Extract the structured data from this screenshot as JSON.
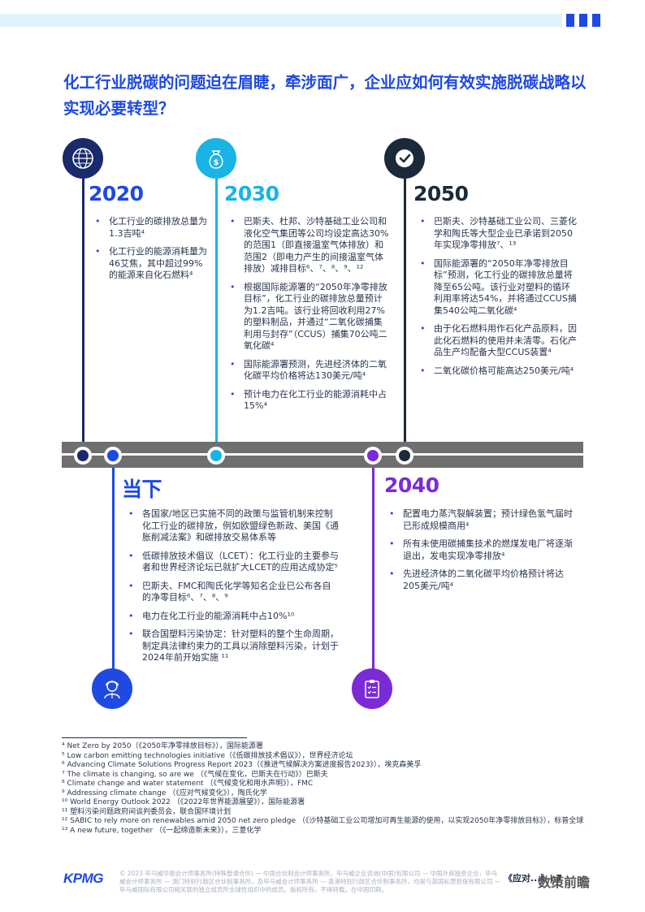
{
  "colors": {
    "navy": "#1a2a6c",
    "cyan": "#19b3e6",
    "purple": "#7a2bd6",
    "accent_blue": "#1e49e2",
    "road": "#6f6f6f"
  },
  "title": "化工行业脱碳的问题迫在眉睫，牵涉面广，企业应如何有效实施脱碳战略以实现必要转型？",
  "timeline": {
    "y2020": {
      "year": "2020",
      "icon": "globe-network-icon",
      "bullets": [
        "化工行业的碳排放总量为1.3吉吨⁴",
        "化工行业的能源消耗量为46艾焦，其中超过99%的能源来自化石燃料⁴"
      ]
    },
    "y2030": {
      "year": "2030",
      "icon": "money-bag-icon",
      "bullets": [
        "巴斯夫、杜邦、沙特基础工业公司和液化空气集团等公司均设定高达30%的范围1（即直接温室气体排放）和范围2（即电力产生的间接温室气体排放）减排目标⁶、⁷、⁸、⁹、¹²",
        "根据国际能源署的“2050年净零排放目标”，化工行业的碳排放总量预计为1.2吉吨。该行业将回收利用27%的塑料制品，并通过“二氧化碳捕集利用与封存”（CCUS）捕集70公吨二氧化碳⁴",
        "国际能源署预测，先进经济体的二氧化碳平均价格将达130美元/吨⁴",
        "预计电力在化工行业的能源消耗中占15%⁴"
      ]
    },
    "y2050": {
      "year": "2050",
      "icon": "checkmark-icon",
      "bullets": [
        "巴斯夫、沙特基础工业公司、三菱化学和陶氏等大型企业已承诺到2050年实现净零排放⁷、¹³",
        "国际能源署的“2050年净零排放目标”预测，化工行业的碳排放总量将降至65公吨。该行业对塑料的循环利用率将达54%，并将通过CCUS捕集540公吨二氧化碳⁴",
        "由于化石燃料用作石化产品原料，因此化石燃料的使用并未清零。石化产品生产均配备大型CCUS装置⁴",
        "二氧化碳价格可能高达250美元/吨⁴"
      ]
    },
    "now": {
      "year": "当下",
      "icon": "factory-worker-icon",
      "bullets": [
        "各国家/地区已实施不同的政策与监管机制来控制化工行业的碳排放，例如欧盟绿色新政、美国《通胀削减法案》和碳排放交易体系等",
        "低碳排放技术倡议（LCET）：化工行业的主要参与者和世界经济论坛已就扩大LCET的应用达成协定⁵",
        "巴斯夫、FMC和陶氏化学等知名企业已公布各自的净零目标⁶、⁷、⁸、⁹",
        "电力在化工行业的能源消耗中占10%¹⁰",
        "联合国塑料污染协定：针对塑料的整个生命周期，制定具法律约束力的工具以消除塑料污染，计划于2024年前开始实施 ¹¹"
      ]
    },
    "y2040": {
      "year": "2040",
      "icon": "clipboard-checklist-icon",
      "bullets": [
        "配置电力蒸汽裂解装置；预计绿色氢气届时已形成规模商用⁴",
        "所有未使用碳捕集技术的燃煤发电厂将逐渐退出，发电实现净零排放⁴",
        "先进经济体的二氧化碳平均价格预计将达205美元/吨⁴"
      ]
    }
  },
  "footnotes": [
    "⁴ Net Zero by 2050（《2050年净零排放目标》），国际能源署",
    "⁵ Low carbon emitting technologies initiative（《低碳排放技术倡议》），世界经济论坛",
    "⁶ Advancing Climate Solutions Progress Report 2023（《推进气候解决方案进度报告2023》），埃克森美孚",
    "⁷ The climate is changing, so are we （《气候在变化，巴斯夫在行动》）巴斯夫",
    "⁸ Climate change and water statement （《气候变化和用水声明》），FMC",
    "⁹ Addressing climate change （《应对气候变化》），陶氏化学",
    "¹⁰ World Energy Outlook 2022 （《2022年世界能源展望》），国际能源署",
    "¹¹ 塑料污染问题政府间谈判委员会，联合国环境计划",
    "¹² SABIC to rely more on renewables amid 2050 net zero pledge （《沙特基础工业公司增加可再生能源的使用，以实现2050年净零排放目标》），标普全球",
    "¹³ A new future, together （《一起缔造新未来》），三菱化学"
  ],
  "footer": {
    "logo": "KPMG",
    "copyright": "© 2023 毕马威华振会计师事务所(特殊普通合伙) — 中国合伙制会计师事务所，毕马威企业咨询(中国)有限公司 — 中国外商独资企业，毕马威会计师事务所 — 澳门特别行政区合伙制事务所，及毕马威会计师事务所 — 香港特别行政区合伙制事务所，均是与英国私营担保有限公司 — 毕马威国际有限公司相关联的独立成员所全球性组织中的成员。版权所有，不得转载。在中国印刷。",
    "page_label": "《应对...》| 7",
    "watermark": "数策前瞻"
  }
}
